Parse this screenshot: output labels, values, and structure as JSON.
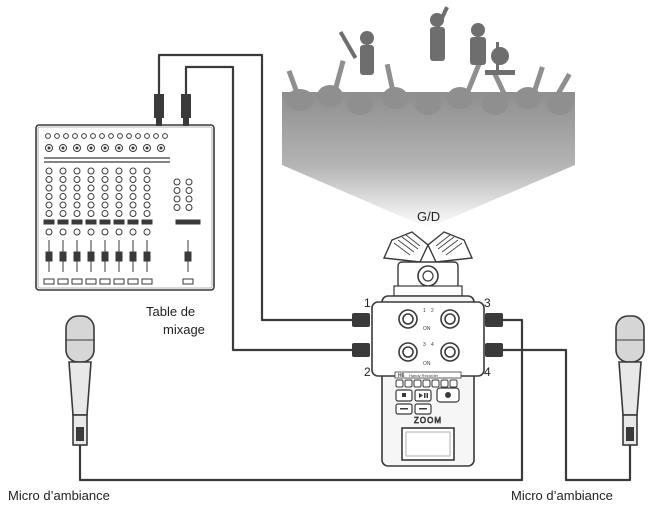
{
  "labels": {
    "xy_mic": "G/D",
    "mixer_line1": "Table de",
    "mixer_line2": "mixage",
    "input1": "1",
    "input2": "2",
    "input3": "3",
    "input4": "4",
    "ambient_left": "Micro d’ambiance",
    "ambient_right": "Micro d’ambiance"
  },
  "recorder": {
    "model_badge": "H6",
    "model_text": "Handy Recorder",
    "brand": "ZOOM"
  },
  "colors": {
    "line": "#3a3a3a",
    "crowd_top": "#9c9c9c",
    "crowd_bottom": "#ffffff",
    "device_fill": "#f4f4f4",
    "mic_fill": "#d9d9d9"
  }
}
